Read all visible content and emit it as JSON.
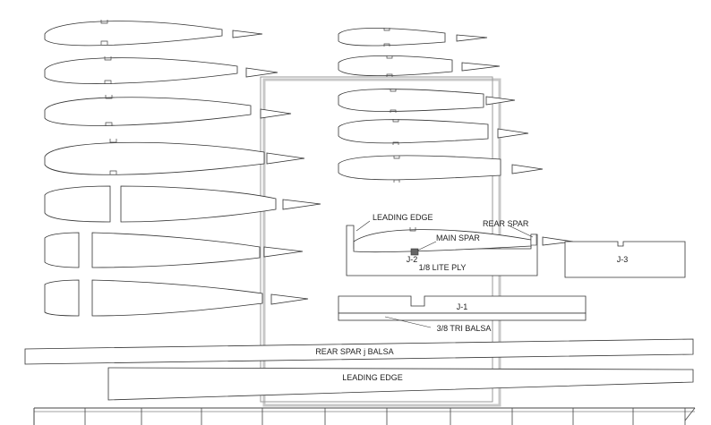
{
  "plan": {
    "labels": {
      "leading_edge_callout": "LEADING EDGE",
      "rear_spar_callout": "REAR SPAR",
      "main_spar_callout": "MAIN SPAR",
      "j2_label": "J-2",
      "j2_material": "1/8 LITE PLY",
      "j3_label": "J-3",
      "j1_label": "J-1",
      "tri_balsa_label": "3/8 TRI BALSA",
      "rear_spar_strip": "REAR SPAR j BALSA",
      "leading_edge_strip": "LEADING EDGE"
    }
  }
}
